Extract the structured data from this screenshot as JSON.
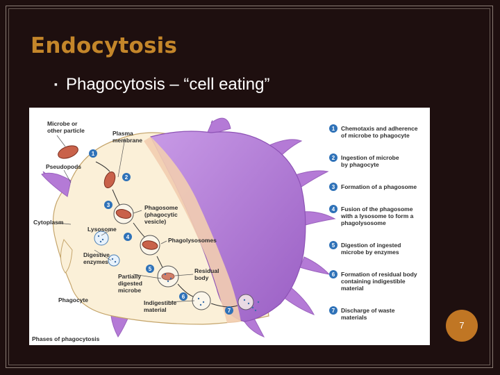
{
  "slide": {
    "title": "Endocytosis",
    "bullet": "Phagocytosis – “cell eating”",
    "page_number": "7"
  },
  "figure": {
    "caption": "Phases of phagocytosis",
    "labels": {
      "microbe_line1": "Microbe or",
      "microbe_line2": "other particle",
      "plasma_line1": "Plasma",
      "plasma_line2": "membrane",
      "pseudopods": "Pseudopods",
      "cytoplasm": "Cytoplasm",
      "lysosome": "Lysosome",
      "digestive_line1": "Digestive",
      "digestive_line2": "enzymes",
      "phagosome_line1": "Phagosome",
      "phagosome_line2": "(phagocytic",
      "phagosome_line3": "vesicle)",
      "phagolysosomes": "Phagolysosomes",
      "partially_line1": "Partially",
      "partially_line2": "digested",
      "partially_line3": "microbe",
      "residual_line1": "Residual",
      "residual_line2": "body",
      "phagocyte": "Phagocyte",
      "indigestible_line1": "Indigestible",
      "indigestible_line2": "material"
    },
    "steps": [
      {
        "num": "1",
        "line1": "Chemotaxis and adherence",
        "line2": "of microbe to phagocyte",
        "line3": ""
      },
      {
        "num": "2",
        "line1": "Ingestion of microbe",
        "line2": "by phagocyte",
        "line3": ""
      },
      {
        "num": "3",
        "line1": "Formation of a phagosome",
        "line2": "",
        "line3": ""
      },
      {
        "num": "4",
        "line1": "Fusion of the phagosome",
        "line2": "with a lysosome to form a",
        "line3": "phagolysosome"
      },
      {
        "num": "5",
        "line1": "Digestion of ingested",
        "line2": "microbe by enzymes",
        "line3": ""
      },
      {
        "num": "6",
        "line1": "Formation of residual body",
        "line2": "containing indigestible",
        "line3": "material"
      },
      {
        "num": "7",
        "line1": "Discharge of waste",
        "line2": "materials",
        "line3": ""
      }
    ]
  },
  "colors": {
    "title": "#c4862a",
    "background": "#1e0f0f",
    "page_badge": "#c07624",
    "step_badge": "#2f72b8",
    "phagocyte_purple": "#b77ed8",
    "cell_cream": "#fbf0d8",
    "microbe": "#c9624a"
  }
}
